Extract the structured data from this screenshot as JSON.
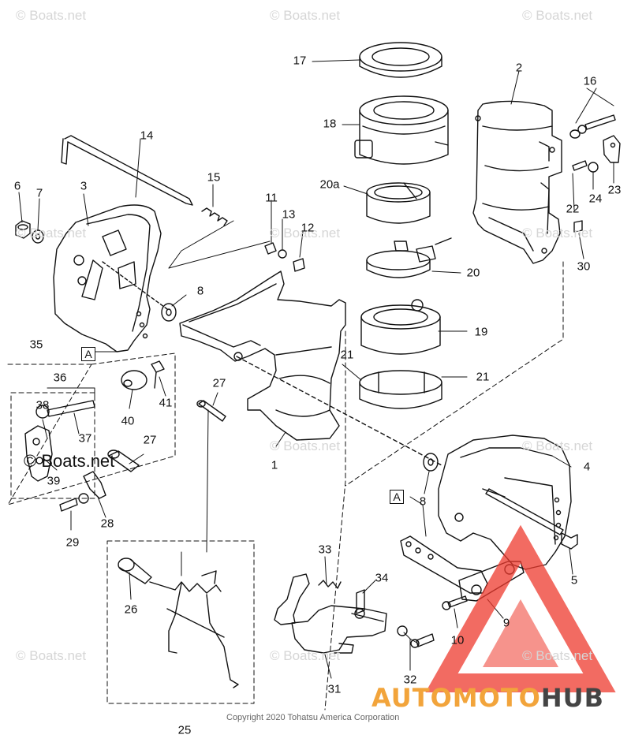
{
  "watermark_text": "© Boats.net",
  "copyright": "Copyright 2020 Tohatsu America Corporation",
  "brand": {
    "part1": "AUTOMOTO",
    "part2": "HUB",
    "color1": "#f2a43b",
    "color2": "#444444",
    "triangle_color": "#ee3a2e"
  },
  "callouts": {
    "c1": "1",
    "c2": "2",
    "c3": "3",
    "c4": "4",
    "c5": "5",
    "c6": "6",
    "c7": "7",
    "c8a": "8",
    "c8b": "8",
    "c9": "9",
    "c10": "10",
    "c11": "11",
    "c12": "12",
    "c13": "13",
    "c14": "14",
    "c15": "15",
    "c16": "16",
    "c17": "17",
    "c18": "18",
    "c19": "19",
    "c20": "20",
    "c20a": "20a",
    "c21a": "21",
    "c21b": "21",
    "c22": "22",
    "c23": "23",
    "c24": "24",
    "c25": "25",
    "c26": "26",
    "c27a": "27",
    "c27b": "27",
    "c28": "28",
    "c29": "29",
    "c30": "30",
    "c31": "31",
    "c32": "32",
    "c33": "33",
    "c34": "34",
    "c35": "35",
    "c36": "36",
    "c37": "37",
    "c38": "38",
    "c39": "39",
    "c40": "40",
    "c41": "41"
  },
  "boxed_labels": {
    "a1": "A",
    "a2": "A"
  }
}
